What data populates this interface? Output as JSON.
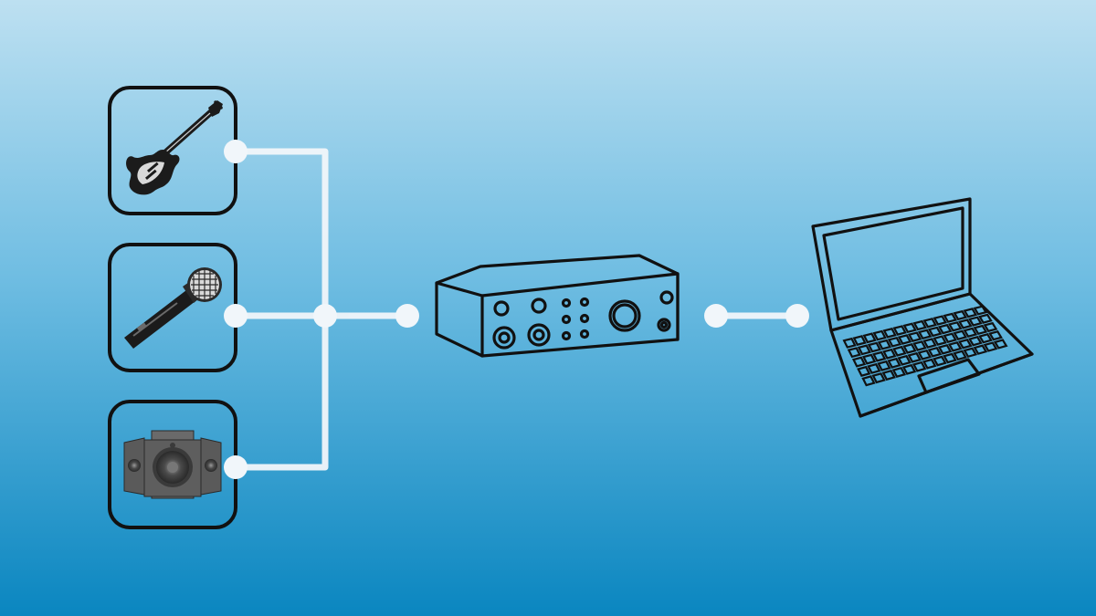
{
  "colors": {
    "background_top": "#bde0f1",
    "background_bottom": "#0a86c0",
    "connector": "#f1f6fa",
    "outline": "#111111",
    "device_fill_dark": "#1b1b1b",
    "device_fill_mid": "#6a6a6a",
    "device_fill_light": "#d9d9d9"
  },
  "diagram": {
    "sources": [
      {
        "name": "electric-guitar",
        "icon": "guitar-icon"
      },
      {
        "name": "microphone",
        "icon": "microphone-icon"
      },
      {
        "name": "speaker-system",
        "icon": "speaker-icon"
      }
    ],
    "hub": {
      "name": "audio-interface",
      "icon": "audio-interface-icon"
    },
    "destination": {
      "name": "laptop",
      "icon": "laptop-icon"
    },
    "connections": [
      {
        "from": "electric-guitar",
        "to": "audio-interface"
      },
      {
        "from": "microphone",
        "to": "audio-interface"
      },
      {
        "from": "speaker-system",
        "to": "audio-interface"
      },
      {
        "from": "audio-interface",
        "to": "laptop"
      }
    ]
  }
}
